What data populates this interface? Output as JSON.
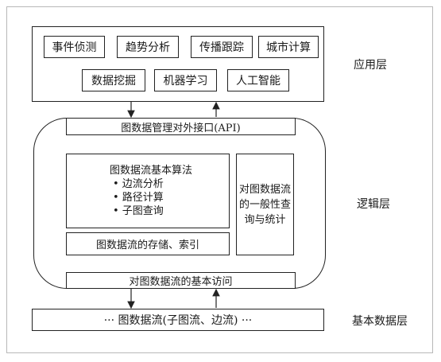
{
  "layers": {
    "application": "应用层",
    "logic": "逻辑层",
    "base": "基本数据层"
  },
  "application_items": [
    "事件侦测",
    "趋势分析",
    "传播跟踪",
    "城市计算",
    "数据挖掘",
    "机器学习",
    "人工智能"
  ],
  "logic": {
    "api": "图数据管理对外接口(API)",
    "algorithms_title": "图数据流基本算法",
    "algorithms": [
      "• 边流分析",
      "• 路径计算",
      "• 子图查询"
    ],
    "storage": "图数据流的存储、索引",
    "query_lines": [
      "对图数据流",
      "的一般性查",
      "询与统计"
    ],
    "access": "对图数据流的基本访问"
  },
  "base_data": "··· 图数据流(子图流、边流) ···"
}
